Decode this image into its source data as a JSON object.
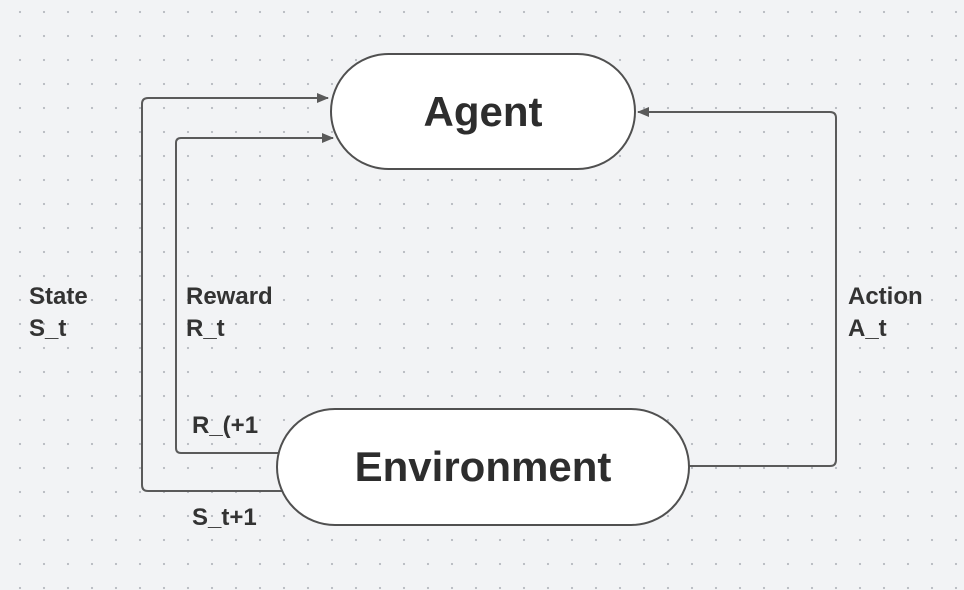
{
  "nodes": {
    "agent": "Agent",
    "environment": "Environment"
  },
  "edges": {
    "state": {
      "line1": "State",
      "line2": "S_t"
    },
    "reward": {
      "line1": "Reward",
      "line2": "R_t"
    },
    "action": {
      "line1": "Action",
      "line2": "A_t"
    },
    "next_reward": "R_(+1",
    "next_state": "S_t+1"
  },
  "colors": {
    "background": "#f2f3f5",
    "connector": "#5a5a5a",
    "node_fill": "#ffffff",
    "node_border": "#505050",
    "text": "#2d2d2d"
  }
}
